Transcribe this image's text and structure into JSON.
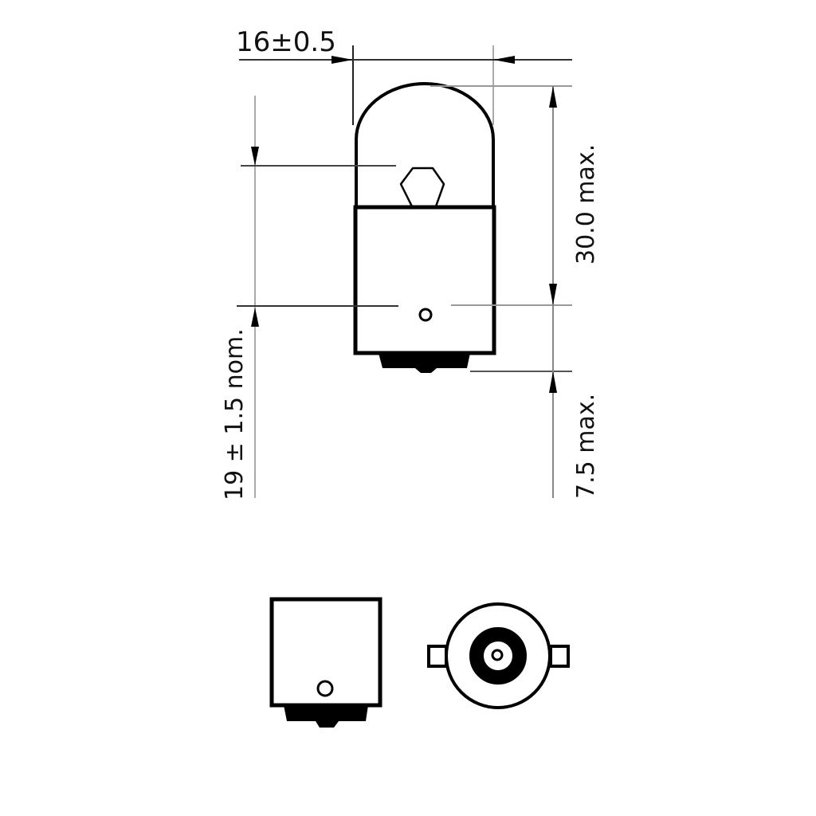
{
  "drawing": {
    "title": "",
    "subject": "Automotive bulb with BA15s bayonet base (technical dimension drawing)",
    "colors": {
      "ink": "#000000",
      "dim_line": "#444444",
      "ext_line": "#9a9a9a",
      "background": "#ffffff"
    },
    "dimensions": {
      "width": {
        "label": "16±0.5",
        "value": 16,
        "tolerance": 0.5
      },
      "overall_height": {
        "label": "30.0 max.",
        "value": 30.0,
        "qualifier": "max."
      },
      "light_center": {
        "label": "19 ± 1.5 nom.",
        "value": 19,
        "tolerance": 1.5,
        "qualifier": "nom."
      },
      "base_contact": {
        "label": "7.5 max.",
        "value": 7.5,
        "qualifier": "max."
      }
    },
    "views": [
      {
        "name": "front-view",
        "label": ""
      },
      {
        "name": "base-side-view",
        "label": ""
      },
      {
        "name": "base-bottom-view",
        "label": ""
      }
    ]
  }
}
